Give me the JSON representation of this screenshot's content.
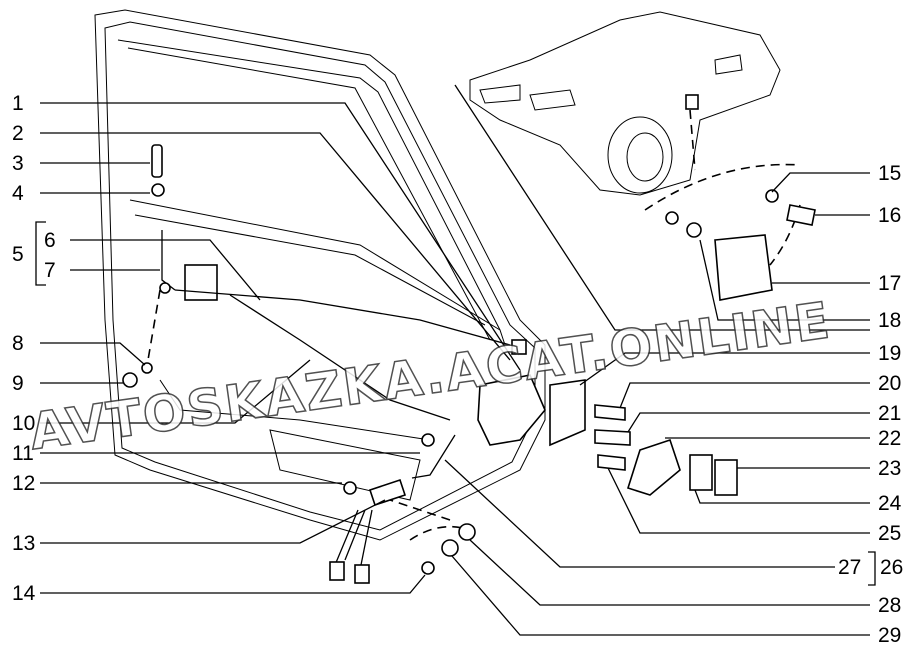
{
  "diagram": {
    "labels": [
      "1",
      "2",
      "3",
      "4",
      "5",
      "6",
      "7",
      "8",
      "9",
      "10",
      "11",
      "12",
      "13",
      "14",
      "15",
      "16",
      "17",
      "18",
      "19",
      "20",
      "21",
      "22",
      "23",
      "24",
      "25",
      "26",
      "27",
      "28",
      "29"
    ],
    "watermark": "AVTOSKAZKA.ACAT.ONLINE"
  }
}
